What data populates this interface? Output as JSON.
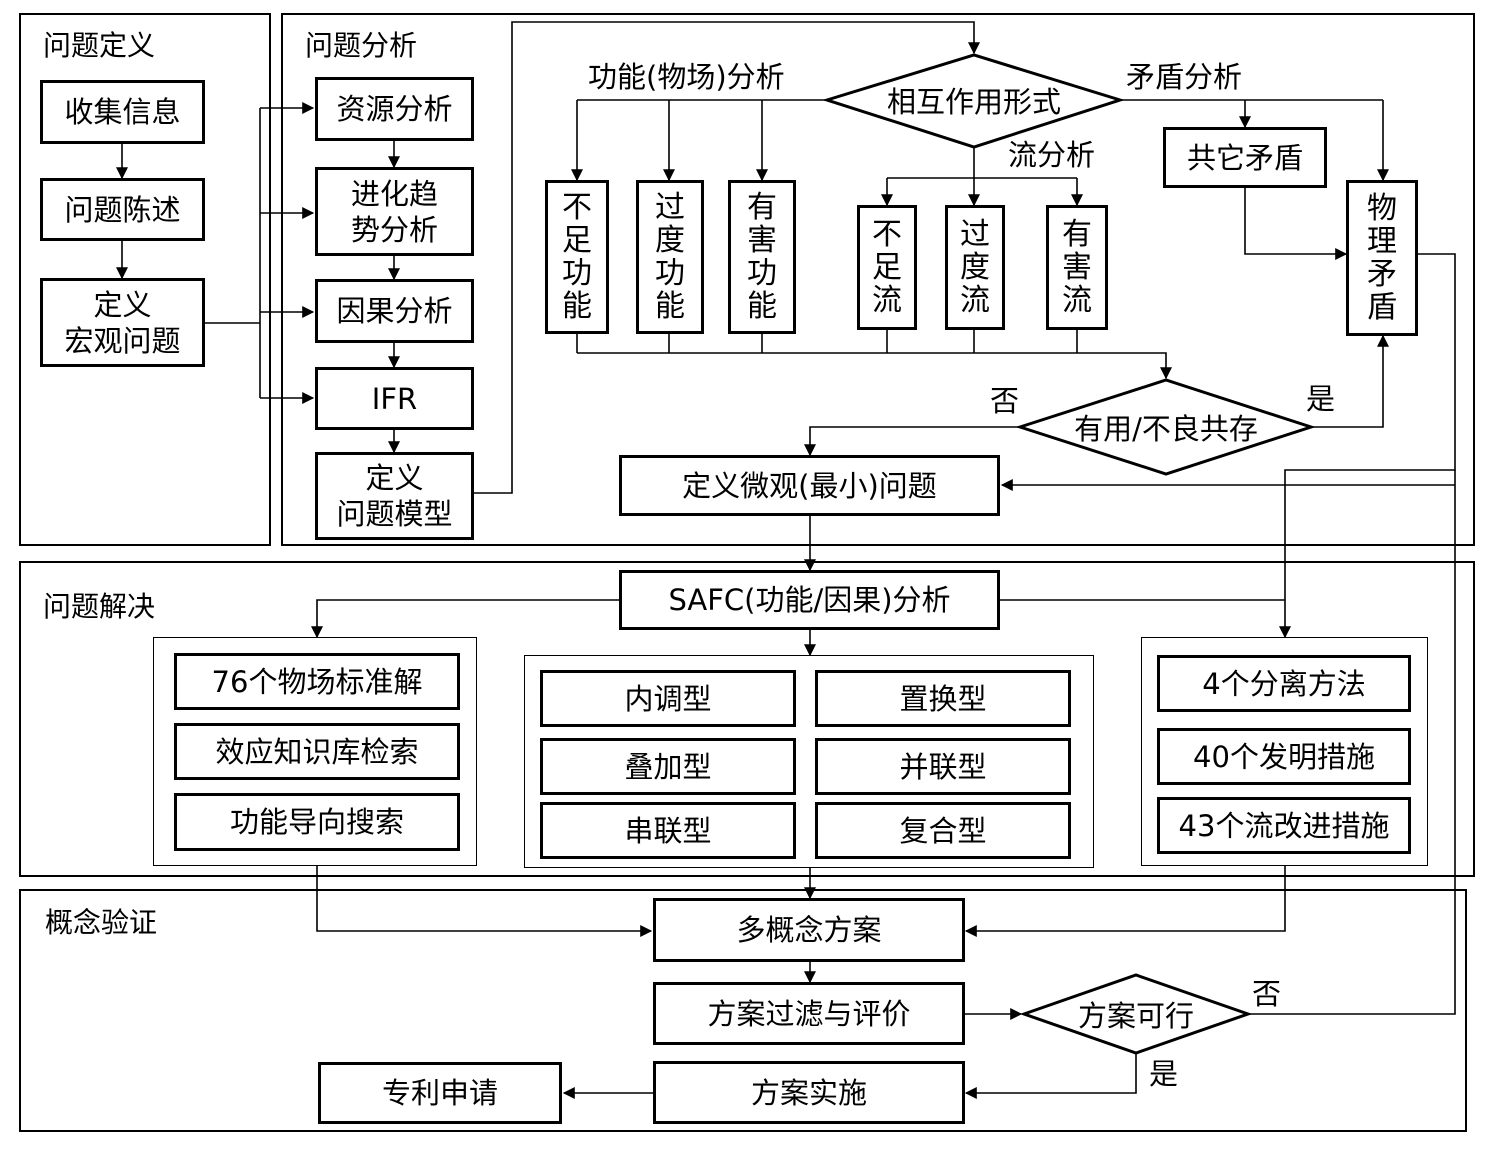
{
  "sections": {
    "definition": "问题定义",
    "analysis": "问题分析",
    "solving": "问题解决",
    "verification": "概念验证"
  },
  "definition_steps": [
    "收集信息",
    "问题陈述",
    "定义\n宏观问题"
  ],
  "analysis_steps": [
    "资源分析",
    "进化趋\n势分析",
    "因果分析",
    "IFR",
    "定义\n问题模型"
  ],
  "interaction": {
    "diamond": "相互作用形式",
    "function_branch": "功能(物场)分析",
    "contradiction_branch": "矛盾分析",
    "flow_branch": "流分析"
  },
  "function_types": [
    "不足功能",
    "过度功能",
    "有害功能"
  ],
  "flow_types": [
    "不足流",
    "过度流",
    "有害流"
  ],
  "other_contradiction": "共它矛盾",
  "physical_contradiction": "物理矛盾",
  "coexist": {
    "diamond": "有用/不良共存",
    "no_label": "否",
    "yes_label": "是"
  },
  "micro_problem": "定义微观(最小)问题",
  "safc": "SAFC(功能/因果)分析",
  "tools_left": [
    "76个物场标准解",
    "效应知识库检索",
    "功能导向搜索"
  ],
  "tools_middle": [
    "内调型",
    "置换型",
    "叠加型",
    "并联型",
    "串联型",
    "复合型"
  ],
  "tools_right": [
    "4个分离方法",
    "40个发明措施",
    "43个流改进措施"
  ],
  "verification_flow": {
    "concepts": "多概念方案",
    "filter": "方案过滤与评价",
    "feasible": "方案可行",
    "no_label": "否",
    "yes_label": "是",
    "implement": "方案实施",
    "patent": "专利申请"
  }
}
